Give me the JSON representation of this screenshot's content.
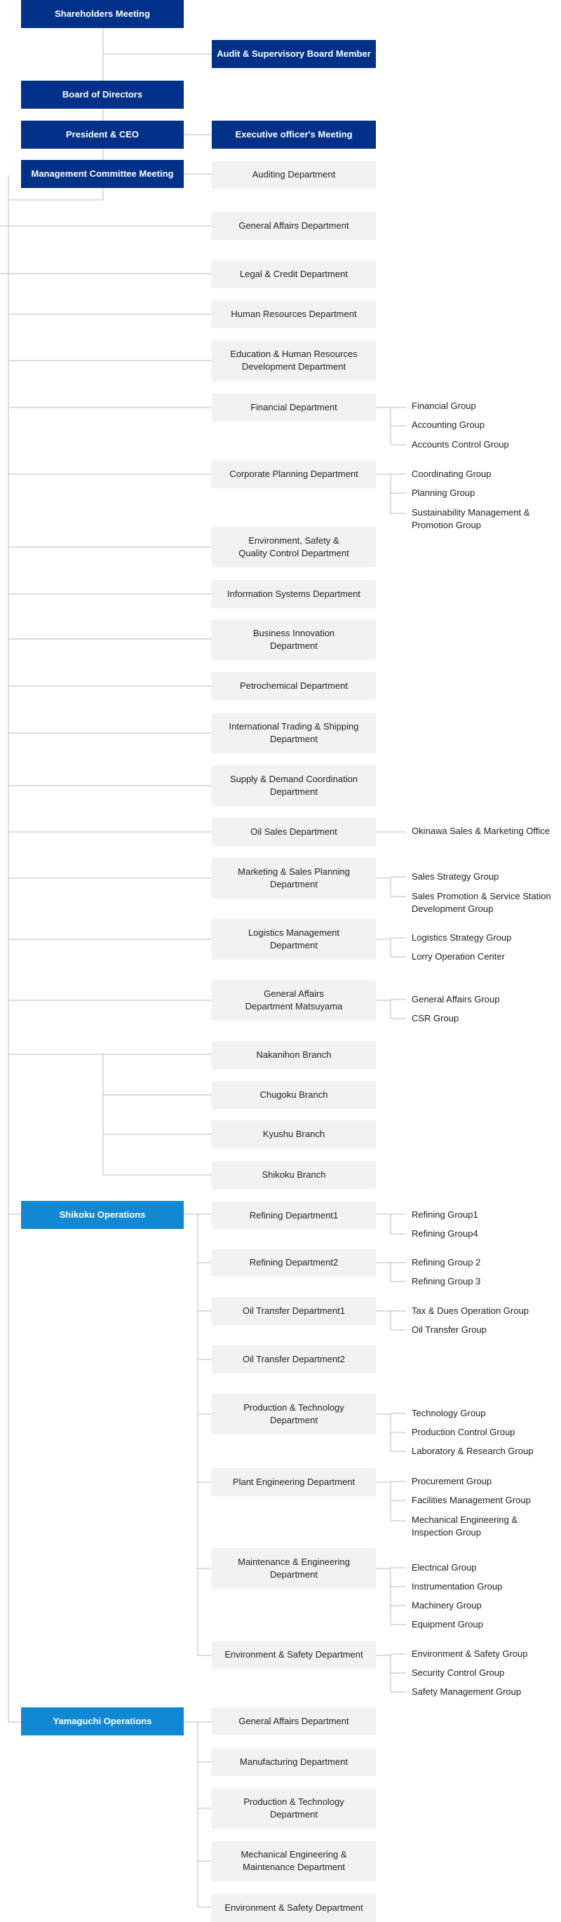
{
  "colors": {
    "navy": "#003087",
    "operations_blue": "#1089d2",
    "department_fill": "#f2f2f2",
    "connector": "#bbbbbb",
    "text": "#222222"
  },
  "top": {
    "shareholders": "Shareholders Meeting",
    "audit_board": "Audit & Supervisory Board Member",
    "board": "Board of Directors",
    "president": "President & CEO",
    "exec_meeting": "Executive officer's Meeting",
    "mgmt_committee": "Management Committee Meeting",
    "auditing": "Auditing Department"
  },
  "head_office": [
    {
      "label": "General Affairs Department",
      "groups": []
    },
    {
      "label": "Legal & Credit Department",
      "groups": []
    },
    {
      "label": "Human Resources Department",
      "groups": []
    },
    {
      "label": "Education & Human Resources\nDevelopment Department",
      "groups": []
    },
    {
      "label": "Financial Department",
      "groups": [
        "Financial Group",
        "Accounting Group",
        "Accounts Control Group"
      ]
    },
    {
      "label": "Corporate Planning Department",
      "groups": [
        "Coordinating Group",
        "Planning Group",
        "Sustainability Management &\nPromotion Group"
      ]
    },
    {
      "label": "Environment, Safety &\nQuality Control Department",
      "groups": []
    },
    {
      "label": "Information Systems Department",
      "groups": []
    },
    {
      "label": "Business Innovation\nDepartment",
      "groups": []
    },
    {
      "label": "Petrochemical Department",
      "groups": []
    },
    {
      "label": "International Trading & Shipping\nDepartment",
      "groups": []
    },
    {
      "label": "Supply & Demand Coordination\nDepartment",
      "groups": []
    },
    {
      "label": "Oil Sales Department",
      "groups": [
        "Okinawa Sales & Marketing Office"
      ]
    },
    {
      "label": "Marketing & Sales Planning\nDepartment",
      "groups": [
        "Sales Strategy Group",
        "Sales Promotion & Service Station\nDevelopment Group"
      ]
    },
    {
      "label": "Logistics Management\nDepartment",
      "groups": [
        "Logistics Strategy Group",
        "Lorry Operation Center"
      ]
    },
    {
      "label": "General Affairs\nDepartment Matsuyama",
      "groups": [
        "General Affairs Group",
        "CSR Group"
      ]
    }
  ],
  "branches": [
    "Nakanihon Branch",
    "Chugoku Branch",
    "Kyushu Branch",
    "Shikoku Branch"
  ],
  "shikoku": {
    "label": "Shikoku Operations",
    "departments": [
      {
        "label": "Refining Department1",
        "groups": [
          "Refining Group1",
          "Refining Group4"
        ]
      },
      {
        "label": "Refining Department2",
        "groups": [
          "Refining Group 2",
          "Refining Group 3"
        ]
      },
      {
        "label": "Oil Transfer Department1",
        "groups": [
          "Tax & Dues Operation Group",
          "Oil Transfer Group"
        ]
      },
      {
        "label": "Oil Transfer Department2",
        "groups": []
      },
      {
        "label": "Production & Technology\nDepartment",
        "groups": [
          "Technology Group",
          "Production Control Group",
          "Laboratory & Research Group"
        ]
      },
      {
        "label": "Plant Engineering Department",
        "groups": [
          "Procurement Group",
          "Facilities Management Group",
          "Mechanical Engineering &\nInspection Group"
        ]
      },
      {
        "label": "Maintenance & Engineering\nDepartment",
        "groups": [
          "Electrical Group",
          "Instrumentation Group",
          "Machinery Group",
          "Equipment Group"
        ]
      },
      {
        "label": "Environment & Safety Department",
        "groups": [
          "Environment & Safety Group",
          "Security Control Group",
          "Safety Management Group"
        ]
      }
    ]
  },
  "yamaguchi": {
    "label": "Yamaguchi Operations",
    "departments": [
      {
        "label": "General Affairs Department",
        "groups": []
      },
      {
        "label": "Manufacturing Department",
        "groups": []
      },
      {
        "label": "Production & Technology\nDepartment",
        "groups": []
      },
      {
        "label": "Mechanical Engineering &\nMaintenance Department",
        "groups": []
      },
      {
        "label": "Environment & Safety Department",
        "groups": []
      }
    ]
  }
}
